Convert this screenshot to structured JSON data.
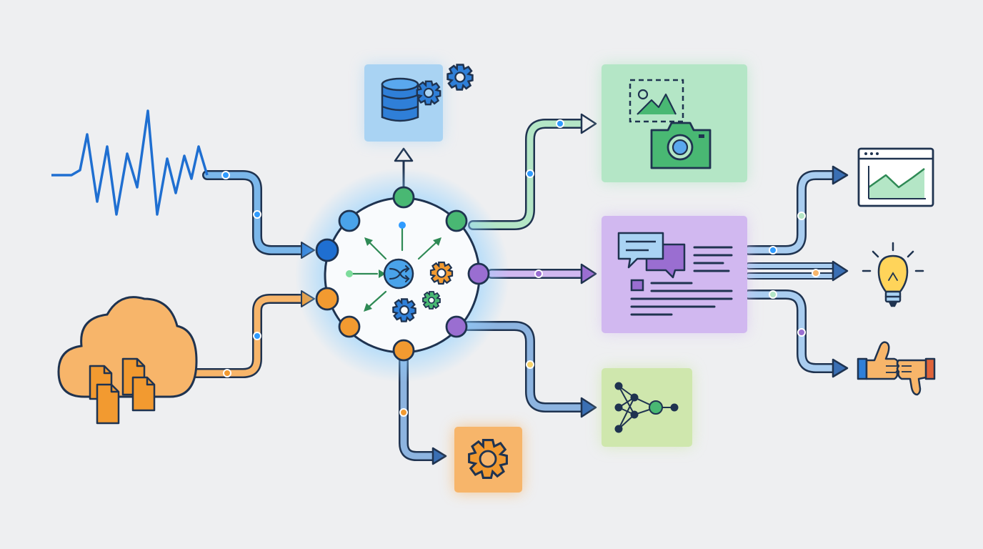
{
  "colors": {
    "background": "#eeeff1",
    "outline": "#1f3350",
    "blue": "#2f7fd8",
    "blue_light": "#a9d3f3",
    "green": "#49b873",
    "green_light": "#b4e6c6",
    "purple": "#9a6ed1",
    "purple_light": "#d8c4f1",
    "orange": "#f29a30",
    "orange_light": "#f7b56a",
    "lime_light": "#cfe7ad",
    "red": "#e0643a",
    "yellow": "#ffd45a",
    "steel": "#3a6fb4"
  },
  "diagram": {
    "inputs": [
      "waveform-signal",
      "cloud-documents"
    ],
    "hub": "processing-hub",
    "outputs": [
      "database-gears",
      "image-capture",
      "text-chat",
      "neural-network",
      "gear-settings"
    ],
    "final_outputs": [
      "chart-window",
      "lightbulb-idea",
      "thumbs-feedback"
    ]
  },
  "icons": {
    "waveform": "waveform-icon",
    "cloud": "cloud-icon",
    "documents": "documents-icon",
    "shuffle": "shuffle-icon",
    "gear": "gear-icon",
    "database": "database-icon",
    "image": "image-icon",
    "camera": "camera-icon",
    "chat": "chat-bubbles-icon",
    "document_text": "document-text-icon",
    "network": "neural-network-icon",
    "chart": "chart-window-icon",
    "lightbulb": "lightbulb-icon",
    "thumbs_up": "thumbs-up-icon",
    "thumbs_down": "thumbs-down-icon"
  }
}
